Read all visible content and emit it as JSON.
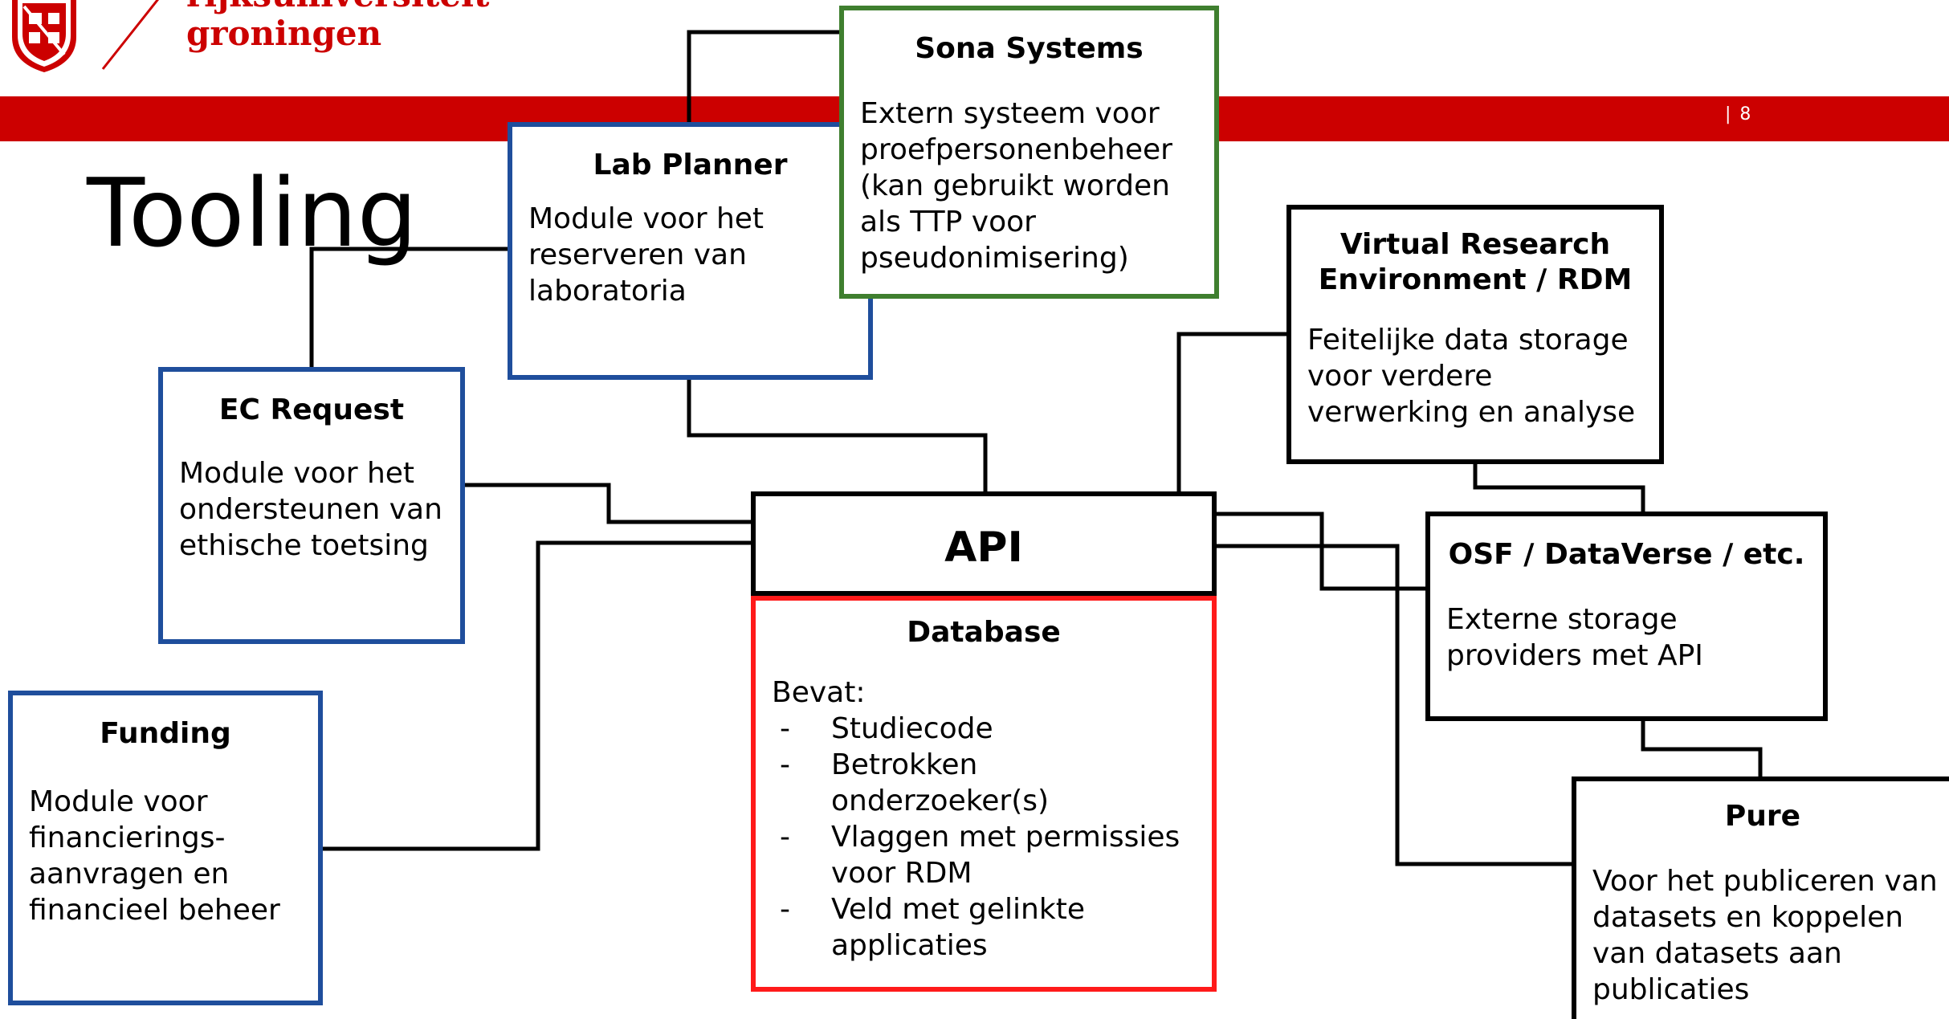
{
  "header": {
    "logo_line1": "rijksuniversiteit",
    "logo_line2": "groningen",
    "page_number": "|  8",
    "brand_color": "#cc0000"
  },
  "slide": {
    "title": "Tooling"
  },
  "boxes": {
    "sona": {
      "title": "Sona Systems",
      "desc": "Extern systeem voor proefpersonenbeheer (kan gebruikt worden als TTP voor pseudonimisering)"
    },
    "lab_planner": {
      "title": "Lab Planner",
      "desc": "Module voor het reserveren van laboratoria"
    },
    "vre": {
      "title": "Virtual Research Environment / RDM",
      "desc": "Feitelijke data storage voor verdere verwerking en analyse"
    },
    "ec_request": {
      "title": "EC Request",
      "desc": "Module voor het ondersteunen van ethische toetsing"
    },
    "api": {
      "title": "API"
    },
    "osf": {
      "title": "OSF / DataVerse / etc.",
      "desc": "Externe storage providers met API"
    },
    "database": {
      "title": "Database",
      "intro": "Bevat:",
      "items": [
        "Studiecode",
        "Betrokken onderzoeker(s)",
        "Vlaggen met permissies voor RDM",
        "Veld met gelinkte applicaties"
      ]
    },
    "funding": {
      "title": "Funding",
      "desc": "Module voor financierings-aanvragen en financieel beheer"
    },
    "pure": {
      "title": "Pure",
      "desc": "Voor het publiceren van datasets en koppelen van datasets aan publicaties"
    }
  },
  "colors": {
    "module_border": "#1f4e9c",
    "external_border": "#3f7f2f",
    "database_border": "#ff1a1a",
    "core_border": "#000000"
  }
}
